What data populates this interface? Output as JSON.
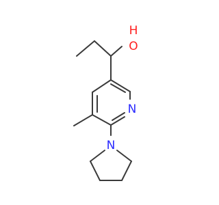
{
  "atom_labels": {
    "hydroxyl_h": "H",
    "hydroxyl_o": "O",
    "pyridine_n": "N",
    "pyrrolidine_n": "N"
  },
  "colors": {
    "background": "#ffffff",
    "bond": "#3a3a3a",
    "oxygen": "#ff1f1f",
    "nitrogen": "#2b2bff"
  }
}
